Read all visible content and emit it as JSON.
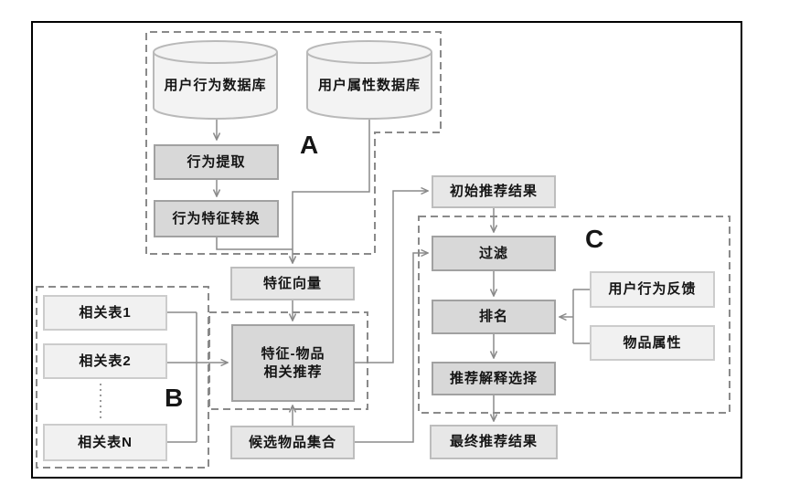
{
  "diagram_type": "flowchart",
  "sections": {
    "a": {
      "label": "A"
    },
    "b": {
      "label": "B"
    },
    "c": {
      "label": "C"
    }
  },
  "nodes": {
    "user_behavior_db": {
      "label": "用户行为数据库",
      "shape": "database-cylinder"
    },
    "user_attr_db": {
      "label": "用户属性数据库",
      "shape": "database-cylinder"
    },
    "behavior_extract": {
      "label": "行为提取"
    },
    "behavior_feature_convert": {
      "label": "行为特征转换"
    },
    "feature_vector": {
      "label": "特征向量"
    },
    "feature_item_rec": {
      "label": "特征-物品\n相关推荐"
    },
    "related_table_1": {
      "label": "相关表1"
    },
    "related_table_2": {
      "label": "相关表2"
    },
    "related_table_n": {
      "label": "相关表N"
    },
    "candidate_items": {
      "label": "候选物品集合"
    },
    "initial_results": {
      "label": "初始推荐结果"
    },
    "filter": {
      "label": "过滤"
    },
    "ranking": {
      "label": "排名"
    },
    "explanation_select": {
      "label": "推荐解释选择"
    },
    "final_results": {
      "label": "最终推荐结果"
    },
    "user_feedback": {
      "label": "用户行为反馈"
    },
    "item_attrs": {
      "label": "物品属性"
    }
  },
  "edges": [
    {
      "from": "user_behavior_db",
      "to": "behavior_extract"
    },
    {
      "from": "behavior_extract",
      "to": "behavior_feature_convert"
    },
    {
      "from": "behavior_feature_convert",
      "to": "feature_vector"
    },
    {
      "from": "user_attr_db",
      "to": "feature_vector"
    },
    {
      "from": "feature_vector",
      "to": "feature_item_rec"
    },
    {
      "from": "related_table_1",
      "to": "feature_item_rec"
    },
    {
      "from": "related_table_2",
      "to": "feature_item_rec"
    },
    {
      "from": "related_table_n",
      "to": "feature_item_rec"
    },
    {
      "from": "candidate_items",
      "to": "feature_item_rec"
    },
    {
      "from": "feature_item_rec",
      "to": "initial_results"
    },
    {
      "from": "candidate_items",
      "to": "filter"
    },
    {
      "from": "initial_results",
      "to": "filter"
    },
    {
      "from": "filter",
      "to": "ranking"
    },
    {
      "from": "user_feedback",
      "to": "ranking"
    },
    {
      "from": "item_attrs",
      "to": "ranking"
    },
    {
      "from": "ranking",
      "to": "explanation_select"
    },
    {
      "from": "explanation_select",
      "to": "final_results"
    }
  ],
  "colors": {
    "frame": "#000000",
    "line": "#8a8a8a",
    "dashed_section": "#8a8a8a",
    "node_dark_fill": "#d8d8d8",
    "node_dark_border": "#a1a1a1",
    "node_mid_fill": "#e7e7e7",
    "node_light_fill": "#f1f1f1",
    "text": "#141414"
  }
}
